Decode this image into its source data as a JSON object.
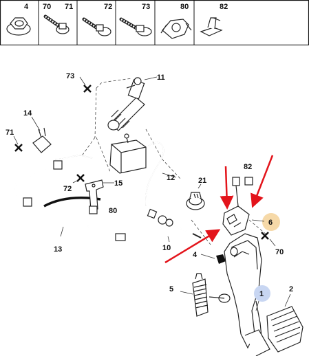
{
  "legend": {
    "cells": [
      {
        "id": "4",
        "labels": [
          "4"
        ]
      },
      {
        "id": "70-71",
        "labels": [
          "70",
          "71"
        ]
      },
      {
        "id": "72",
        "labels": [
          "72"
        ]
      },
      {
        "id": "73",
        "labels": [
          "73"
        ]
      },
      {
        "id": "80",
        "labels": [
          "80"
        ]
      },
      {
        "id": "82",
        "labels": [
          "82"
        ]
      }
    ]
  },
  "callouts": {
    "c73": "73",
    "c11": "11",
    "c14": "14",
    "c71": "71",
    "c12": "12",
    "c21": "21",
    "c82": "82",
    "c72": "72",
    "c15": "15",
    "c80": "80",
    "c6": "6",
    "c13": "13",
    "c10": "10",
    "c70": "70",
    "c4": "4",
    "c5": "5",
    "c1": "1",
    "c2": "2"
  },
  "highlights": {
    "part6_color": "#f6d9a8",
    "part1_color": "#c8d6f2"
  },
  "arrow_color": "#e3141b"
}
